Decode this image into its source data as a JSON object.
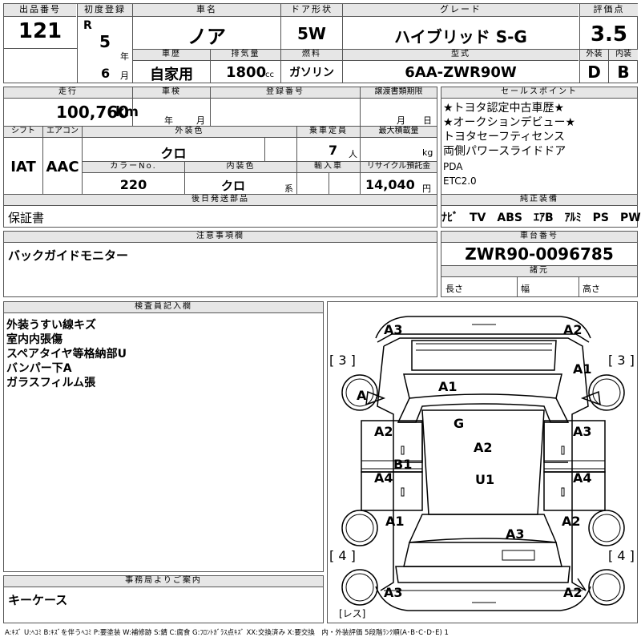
{
  "top": {
    "h_lot": "出品番号",
    "lot": "121",
    "h_first_reg": "初度登録",
    "era": "R",
    "year": "5",
    "year_unit": "年",
    "month": "6",
    "month_unit": "月",
    "h_name": "車名",
    "name": "ノア",
    "h_doors": "ドア形状",
    "doors": "5W",
    "h_grade": "グレード",
    "grade": "ハイブリッド S-G",
    "h_score": "評価点",
    "score": "3.5",
    "h_history": "車歴",
    "history": "自家用",
    "h_displacement": "排気量",
    "displacement": "1800",
    "cc": "cc",
    "h_fuel": "燃料",
    "fuel": "ガソリン",
    "h_model": "型式",
    "model": "6AA-ZWR90W",
    "h_ext": "外装",
    "ext_grade": "D",
    "h_int": "内装",
    "int_grade": "B"
  },
  "mid": {
    "h_mileage": "走行",
    "mileage": "100,760",
    "km": "km",
    "h_inspection": "車検",
    "insp_year": "年",
    "insp_month": "月",
    "h_reg_no": "登録番号",
    "h_deadline": "譲渡書類期限",
    "dl_month": "月",
    "dl_day": "日",
    "h_shift": "シフト",
    "shift": "IAT",
    "h_ac": "エアコン",
    "ac": "AAC",
    "h_ext_color": "外装色",
    "ext_color": "クロ",
    "h_capacity": "乗車定員",
    "capacity": "7",
    "capacity_unit": "人",
    "h_load": "最大積載量",
    "load_unit": "kg",
    "h_color_no": "カラーNo.",
    "color_no": "220",
    "h_int_color": "内装色",
    "int_color": "クロ",
    "int_color_unit": "系",
    "h_import": "輸入車",
    "h_recycle": "リサイクル預託金",
    "recycle": "14,040",
    "yen": "円",
    "h_later": "後日発送部品",
    "later": "保証書",
    "h_sales": "セールスポイント",
    "sales": [
      "★トヨタ認定中古車歴★",
      "★オークションデビュー★",
      "トヨタセーフティセンス",
      "両側パワースライドドア",
      "PDA",
      "ETC2.0"
    ],
    "h_equipment": "純正装備",
    "equipment": "ﾅﾋﾞ　TV　ABS　ｴｱB　ｱﾙﾐ　PS　PW"
  },
  "notes": {
    "h_caution": "注意事項欄",
    "caution": "バックガイドモニター",
    "h_chassis": "車台番号",
    "chassis": "ZWR90-0096785",
    "h_specs": "諸元",
    "length": "長さ",
    "width": "幅",
    "height": "高さ"
  },
  "inspector": {
    "h": "検査員記入欄",
    "lines": [
      "外装うすい線キズ",
      "室内内張傷",
      "スペアタイヤ等格納部U",
      "バンパー下A",
      "ガラスフィルム張"
    ]
  },
  "office": {
    "h": "事務局よりご案内",
    "text": "キーケース"
  },
  "legend": "A:ｷｽﾞ U:ﾍｺﾐ B:ｷｽﾞを伴うﾍｺﾐ P:要塗装 W:補修跡 S:錆 C:腐食 G:ﾌﾛﾝﾄｶﾞﾗｽ点ｷｽﾞ XX:交換済み X:要交換　内・外装評価 5段階ﾗﾝｸ順(A･B･C･D･E) 1",
  "diagram": {
    "tl": "A3",
    "tr": "A2",
    "l3": "[ 3 ]",
    "r3": "[ 3 ]",
    "wheel_fl": "A",
    "roof_hood": "A1",
    "fr_right": "A1",
    "glass": "G",
    "door_fl": "A2",
    "door_fr": "A3",
    "center": "A2",
    "b1": "B1",
    "door_rl": "A4",
    "u1": "U1",
    "door_rr": "A4",
    "rl": "A1",
    "rr": "A2",
    "rear": "A3",
    "l4": "[ 4 ]",
    "r4": "[ 4 ]",
    "bl": "A3",
    "br": "A2",
    "spare": "[レス]"
  }
}
